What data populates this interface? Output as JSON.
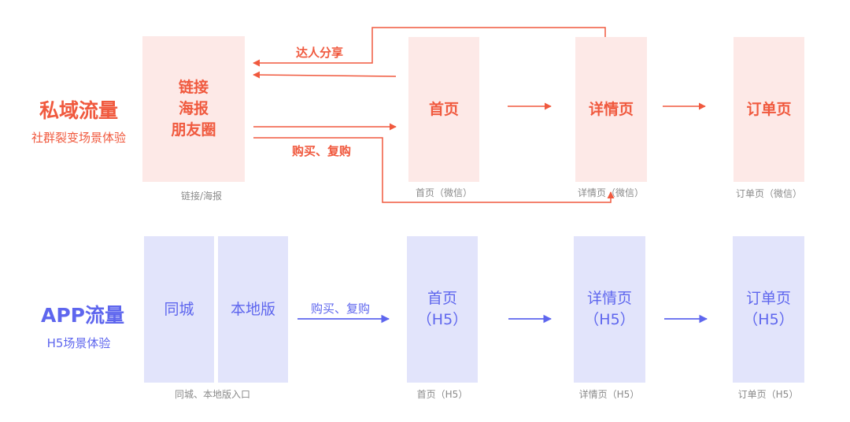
{
  "private": {
    "title": "私域流量",
    "subtitle": "社群裂变场景体验",
    "entry_lines": [
      "链接",
      "海报",
      "朋友圈"
    ],
    "entry_caption": "链接/海报",
    "pages": [
      {
        "label": "首页",
        "caption": "首页（微信）"
      },
      {
        "label": "详情页",
        "caption": "详情页（微信）"
      },
      {
        "label": "订单页",
        "caption": "订单页（微信）"
      }
    ],
    "share_label": "达人分享",
    "buy_label": "购买、复购",
    "color": "#f0593e"
  },
  "app": {
    "title": "APP流量",
    "subtitle": "H5场景体验",
    "entries": [
      "同城",
      "本地版"
    ],
    "entry_caption": "同城、本地版入口",
    "buy_label": "购买、复购",
    "pages": [
      {
        "label": "首页",
        "sublabel": "（H5）",
        "caption": "首页（H5）"
      },
      {
        "label": "详情页",
        "sublabel": "（H5）",
        "caption": "详情页（H5）"
      },
      {
        "label": "订单页",
        "sublabel": "（H5）",
        "caption": "订单页（H5）"
      }
    ],
    "color": "#5e66ee"
  }
}
